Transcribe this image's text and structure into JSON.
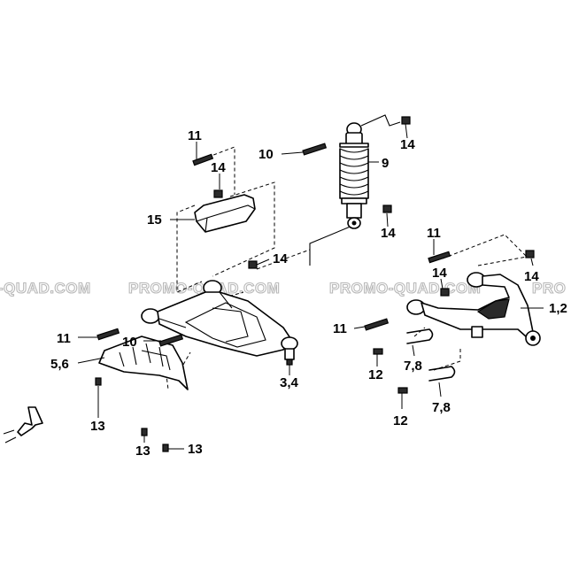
{
  "watermark": {
    "text_left": "-QUAD.COM",
    "text_center1": "PROMO-QUAD.COM",
    "text_center2": "PROMO-QUAD.COM",
    "text_right": "PRO"
  },
  "callouts": {
    "c11_top": "11",
    "c14_top": "14",
    "c15": "15",
    "c10_shock": "10",
    "c9": "9",
    "c14_shock_top": "14",
    "c14_shock_bottom": "14",
    "c14_mid": "14",
    "c11_left": "11",
    "c10_left": "10",
    "c5_6": "5,6",
    "c3_4": "3,4",
    "c13_a": "13",
    "c13_b": "13",
    "c13_c": "13",
    "c11_right_top": "11",
    "c14_right_a": "14",
    "c14_right_b": "14",
    "c1_2": "1,2",
    "c11_right": "11",
    "c12_a": "12",
    "c7_8_a": "7,8",
    "c12_b": "12",
    "c7_8_b": "7,8"
  },
  "colors": {
    "line": "#000000",
    "watermark_stroke": "#b9b9b9",
    "background": "#ffffff"
  },
  "icons": {
    "front_arrow": "front-direction-arrow-icon"
  }
}
